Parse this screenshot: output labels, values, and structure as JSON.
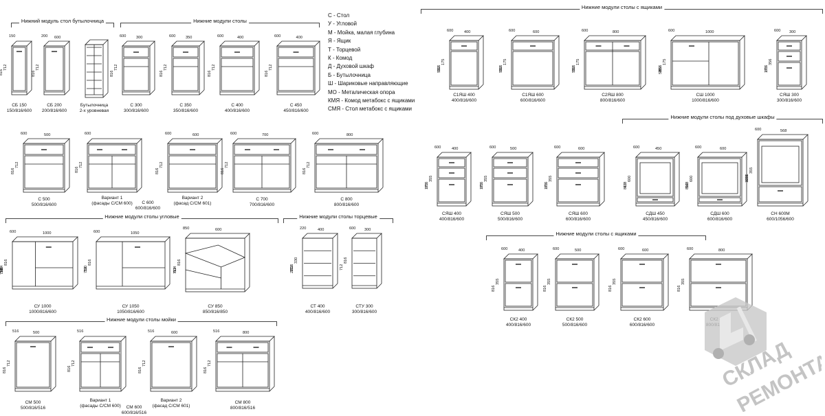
{
  "legend": [
    "С - Стол",
    "У - Угловой",
    "М - Мойка, малая глубина",
    "Я - Ящик",
    "Т - Торцевой",
    "К - Комод",
    "Д - Духовой шкаф",
    "Б - Бутылочница",
    "Ш - Шариковые направляющие",
    "МО - Металическая опора",
    "КМЯ - Комод метабокс с ящиками",
    "СМЯ - Стол метабокс с ящиками"
  ],
  "sections": {
    "bottle": "Нижний модуль стол бутылочница",
    "tables": "Нижние модули столы",
    "drawers": "Нижние модули столы с ящиками",
    "ovens": "Нижние модули столы под духовые шкафы",
    "corner": "Нижние модули столы угловые",
    "end": "Нижние модули столы торцевые",
    "drawers2": "Нижние модули столы с ящиками",
    "sinks": "Нижние модули столы мойки"
  },
  "watermark": [
    "СКЛАД",
    "РЕМОНТА"
  ],
  "modules": [
    {
      "id": "sb150",
      "name": "СБ 150",
      "size": "150/816/600",
      "dims": [
        "150",
        "816",
        "712"
      ]
    },
    {
      "id": "sb200",
      "name": "СБ 200",
      "size": "200/816/600",
      "dims": [
        "200",
        "600",
        "816",
        "712"
      ]
    },
    {
      "id": "bottle",
      "name": "Бутылочница",
      "size": "2-х уровневая",
      "dims": []
    },
    {
      "id": "s300",
      "name": "С 300",
      "size": "300/816/600",
      "dims": [
        "600",
        "300",
        "816",
        "712"
      ]
    },
    {
      "id": "s350",
      "name": "С 350",
      "size": "350/816/600",
      "dims": [
        "600",
        "350",
        "816",
        "712"
      ]
    },
    {
      "id": "s400",
      "name": "С 400",
      "size": "400/816/600",
      "dims": [
        "600",
        "400",
        "816",
        "712"
      ]
    },
    {
      "id": "s450",
      "name": "С 450",
      "size": "450/816/600",
      "dims": [
        "600",
        "400",
        "816",
        "712"
      ]
    },
    {
      "id": "s500",
      "name": "С 500",
      "size": "500/816/600",
      "dims": [
        "600",
        "500",
        "816",
        "712"
      ]
    },
    {
      "id": "v1",
      "name": "Вариант 1",
      "size": "(фасады С/СМ 600)",
      "dims": [
        "600",
        "816",
        "712"
      ]
    },
    {
      "id": "s600",
      "name": "С 600",
      "size": "600/816/600",
      "dims": []
    },
    {
      "id": "v2",
      "name": "Вариант 2",
      "size": "(фасад С/СМ 601)",
      "dims": [
        "600",
        "600",
        "816",
        "712"
      ]
    },
    {
      "id": "s700",
      "name": "С 700",
      "size": "700/816/600",
      "dims": [
        "600",
        "700",
        "816",
        "712"
      ]
    },
    {
      "id": "s800",
      "name": "С 800",
      "size": "800/816/600",
      "dims": [
        "600",
        "800",
        "816",
        "712"
      ]
    },
    {
      "id": "su1000",
      "name": "СУ 1000",
      "size": "1000/816/600",
      "dims": [
        "600",
        "1000",
        "884",
        "340",
        "712",
        "816"
      ]
    },
    {
      "id": "su1050",
      "name": "СУ 1050",
      "size": "1050/816/600",
      "dims": [
        "600",
        "1050",
        "390",
        "712",
        "816"
      ]
    },
    {
      "id": "su850",
      "name": "СУ 850",
      "size": "850/816/850",
      "dims": [
        "850",
        "600",
        "604",
        "712",
        "816"
      ]
    },
    {
      "id": "st400",
      "name": "СТ 400",
      "size": "400/816/600",
      "dims": [
        "220",
        "400",
        "816",
        "712",
        "210",
        "330"
      ]
    },
    {
      "id": "stu300",
      "name": "СТУ 300",
      "size": "300/816/600",
      "dims": [
        "600",
        "300",
        "712",
        "816"
      ]
    },
    {
      "id": "sm500",
      "name": "СМ 500",
      "size": "500/816/516",
      "dims": [
        "516",
        "500",
        "816",
        "712"
      ]
    },
    {
      "id": "smv1",
      "name": "Вариант 1",
      "size": "(фасады С/СМ 600)",
      "dims": [
        "516",
        "816",
        "712"
      ]
    },
    {
      "id": "sm600",
      "name": "СМ 600",
      "size": "600/816/516",
      "dims": []
    },
    {
      "id": "smv2",
      "name": "Вариант 2",
      "size": "(фасад С/СМ 601)",
      "dims": [
        "516",
        "600",
        "816",
        "712"
      ]
    },
    {
      "id": "sm800",
      "name": "СМ 800",
      "size": "800/816/516",
      "dims": [
        "516",
        "800",
        "816",
        "712"
      ]
    },
    {
      "id": "s1yash400",
      "name": "С1ЯШ 400",
      "size": "400/816/600",
      "dims": [
        "600",
        "400",
        "816",
        "532",
        "175"
      ]
    },
    {
      "id": "s1yash600",
      "name": "С1ЯШ 600",
      "size": "600/816/600",
      "dims": [
        "600",
        "600",
        "816",
        "532",
        "175"
      ]
    },
    {
      "id": "s2yash800",
      "name": "С2ЯШ 800",
      "size": "800/816/600",
      "dims": [
        "600",
        "800",
        "816",
        "532",
        "175"
      ]
    },
    {
      "id": "sh1000",
      "name": "СШ 1000",
      "size": "1000/816/600",
      "dims": [
        "600",
        "1000",
        "816",
        "712",
        "533",
        "175"
      ]
    },
    {
      "id": "syash300",
      "name": "СЯШ 300",
      "size": "300/816/600",
      "dims": [
        "600",
        "300",
        "816",
        "175",
        "356"
      ]
    },
    {
      "id": "syash400",
      "name": "СЯШ 400",
      "size": "400/816/600",
      "dims": [
        "600",
        "400",
        "816",
        "175",
        "355"
      ]
    },
    {
      "id": "syash500",
      "name": "СЯШ 500",
      "size": "500/816/600",
      "dims": [
        "600",
        "500",
        "816",
        "175",
        "355"
      ]
    },
    {
      "id": "syash600",
      "name": "СЯШ 600",
      "size": "600/816/600",
      "dims": [
        "600",
        "600",
        "816",
        "175",
        "355"
      ]
    },
    {
      "id": "sdsh450",
      "name": "СДШ 450",
      "size": "450/816/600",
      "dims": [
        "600",
        "450",
        "418",
        "816",
        "600"
      ]
    },
    {
      "id": "sdsh600",
      "name": "СДШ 600",
      "size": "600/816/600",
      "dims": [
        "600",
        "600",
        "568",
        "816",
        "600"
      ]
    },
    {
      "id": "sn600m",
      "name": "СН 600М",
      "size": "600/1056/600",
      "dims": [
        "600",
        "568",
        "600",
        "1056",
        "355"
      ]
    },
    {
      "id": "sk2_400",
      "name": "СК2 400",
      "size": "400/816/600",
      "dims": [
        "600",
        "400",
        "816",
        "355"
      ]
    },
    {
      "id": "sk2_500",
      "name": "СК2 500",
      "size": "500/816/600",
      "dims": [
        "600",
        "500",
        "816",
        "355"
      ]
    },
    {
      "id": "sk2_600",
      "name": "СК2 600",
      "size": "600/816/600",
      "dims": [
        "600",
        "600",
        "816",
        "355"
      ]
    },
    {
      "id": "sk2_800",
      "name": "СК2 800",
      "size": "800/816/600",
      "dims": [
        "600",
        "800",
        "816",
        "355"
      ]
    }
  ]
}
